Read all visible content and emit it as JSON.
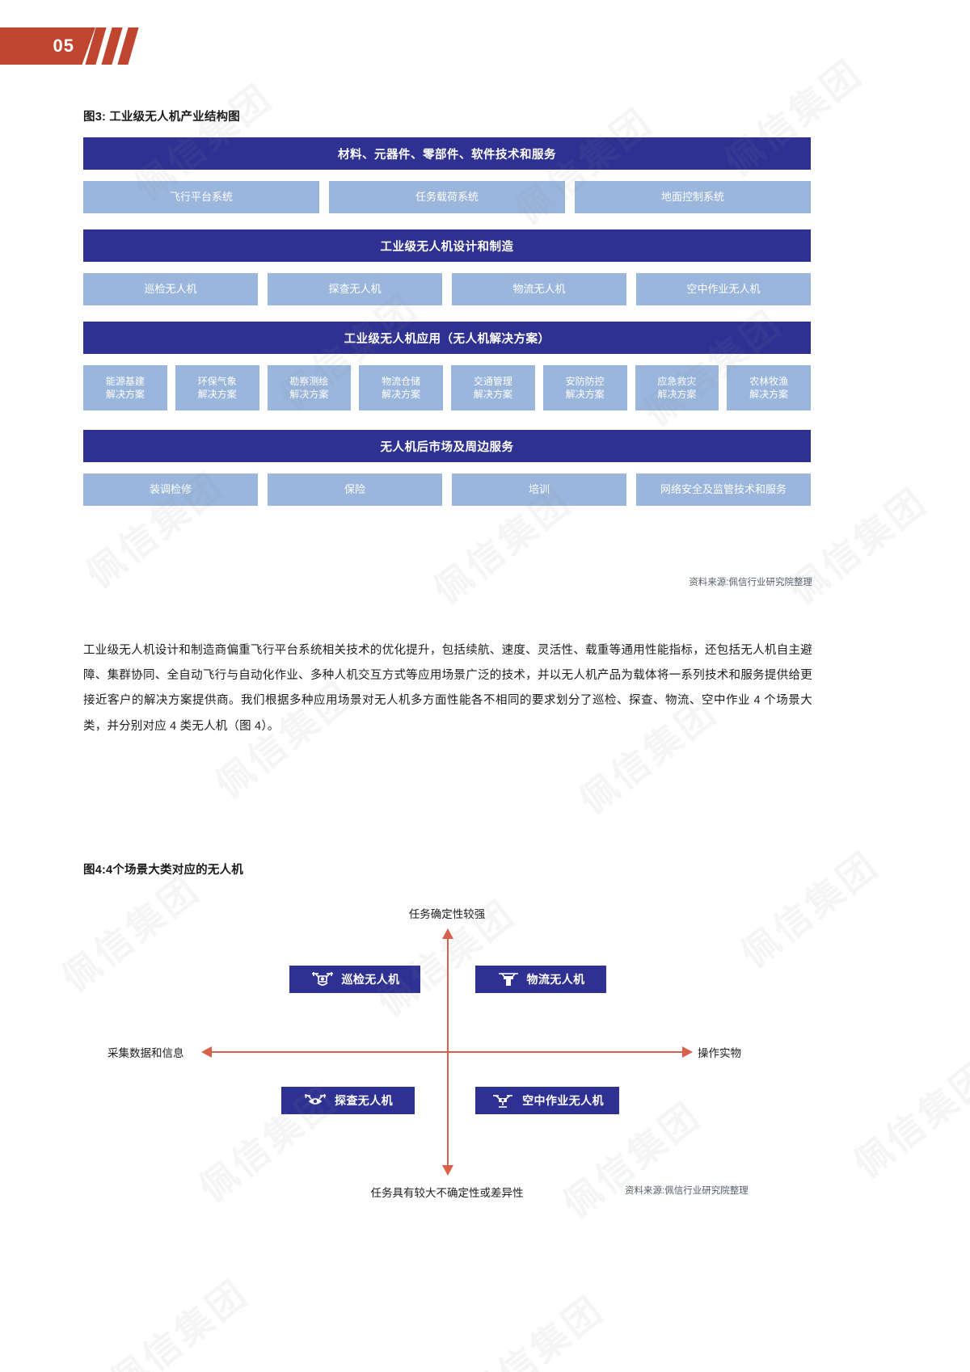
{
  "header": {
    "page_number": "05",
    "slash_icon": "triple-slash-icon"
  },
  "watermark": {
    "text": "佩信集团"
  },
  "fig3": {
    "title": "图3: 工业级无人机产业结构图",
    "source": "资料来源:佩信行业研究院整理",
    "sections": [
      {
        "header": "材料、元器件、零部件、软件技术和服务",
        "items": [
          "飞行平台系统",
          "任务载荷系统",
          "地面控制系统"
        ]
      },
      {
        "header": "工业级无人机设计和制造",
        "items": [
          "巡检无人机",
          "探查无人机",
          "物流无人机",
          "空中作业无人机"
        ]
      },
      {
        "header": "工业级无人机应用（无人机解决方案）",
        "items": [
          "能源基建\n解决方案",
          "环保气象\n解决方案",
          "勘察测绘\n解决方案",
          "物流仓储\n解决方案",
          "交通管理\n解决方案",
          "安防防控\n解决方案",
          "应急救灾\n解决方案",
          "农林牧渔\n解决方案"
        ]
      },
      {
        "header": "无人机后市场及周边服务",
        "items": [
          "装调检修",
          "保险",
          "培训",
          "网络安全及监管技术和服务"
        ]
      }
    ]
  },
  "body": {
    "paragraph": "工业级无人机设计和制造商偏重飞行平台系统相关技术的优化提升，包括续航、速度、灵活性、载重等通用性能指标，还包括无人机自主避障、集群协同、全自动飞行与自动化作业、多种人机交互方式等应用场景广泛的技术，并以无人机产品为载体将一系列技术和服务提供给更接近客户的解决方案提供商。我们根据多种应用场景对无人机多方面性能各不相同的要求划分了巡检、探查、物流、空中作业 4 个场景大类，并分别对应 4 类无人机（图 4）。"
  },
  "fig4": {
    "title": "图4:4个场景大类对应的无人机",
    "source": "资料来源:佩信行业研究院整理",
    "axis": {
      "top": "任务确定性较强",
      "bottom": "任务具有较大不确定性或差异性",
      "left": "采集数据和信息",
      "right": "操作实物",
      "color": "#d9604a"
    },
    "boxes": [
      {
        "label": "巡检无人机",
        "icon": "inspection-drone-icon",
        "quadrant": "top-left"
      },
      {
        "label": "物流无人机",
        "icon": "logistics-drone-icon",
        "quadrant": "top-right"
      },
      {
        "label": "探查无人机",
        "icon": "survey-drone-icon",
        "quadrant": "bottom-left"
      },
      {
        "label": "空中作业无人机",
        "icon": "aerial-work-drone-icon",
        "quadrant": "bottom-right"
      }
    ]
  },
  "colors": {
    "accent_red": "#c0452e",
    "dark_blue": "#2e3192",
    "light_blue": "#9ab6dc",
    "axis_red": "#d9604a"
  }
}
